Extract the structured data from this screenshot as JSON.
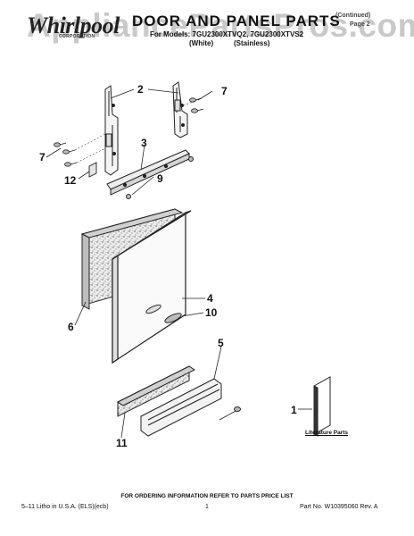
{
  "header": {
    "brand": "Whirlpool",
    "brand_sub": "CORPORATION",
    "title": "DOOR AND PANEL PARTS",
    "models_line": "For Models: 7GU2300XTVQ2, 7GU2300XTVS2",
    "finish_white": "(White)",
    "finish_stainless": "(Stainless)",
    "corner_line1": "(Continued)",
    "corner_line2": "Page 2"
  },
  "watermark": "AppliancePartsPros.com",
  "callouts": [
    "1",
    "2",
    "3",
    "4",
    "5",
    "6",
    "7",
    "7",
    "9",
    "10",
    "11",
    "12"
  ],
  "literature": {
    "label": "Literature Parts"
  },
  "footer": {
    "order_info": "FOR ORDERING INFORMATION REFER TO PARTS PRICE LIST",
    "litho": "5–11 Litho in U.S.A. (ELS)(ecb)",
    "page": "1",
    "part_no": "Part No. W10395060 Rev. A"
  }
}
